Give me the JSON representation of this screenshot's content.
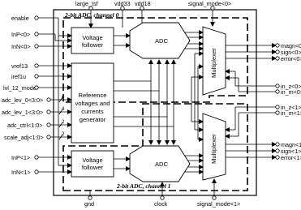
{
  "top_signals": {
    "large_isf": "large_Isf",
    "vdd33": "vdd33",
    "vdd18": "vdd18",
    "signal_mode0": "signal_mode<0>"
  },
  "bottom_signals": {
    "gnd": "gnd",
    "clock": "clock",
    "signal_mode1": "signal_mode<1>"
  },
  "left_pins": {
    "enable": "enable",
    "inp0": "InP<0>",
    "inn0": "InN<0>",
    "vref13": "vref13",
    "iref1u": "iref1u",
    "lvl12": "lvl_12_mode",
    "adc_lev0": "adc_lev_0<3:0>",
    "adc_lev1": "adc_lev_1<3:0>",
    "adc_ctrl": "adc_ctrl<1:0>",
    "scale_adj": "scale_adj<1:0>",
    "inp1": "InP<1>",
    "inn1": "InN<1>"
  },
  "bus_widths": {
    "w4a": "4",
    "w4b": "4",
    "w2a": "2",
    "w2b": "2"
  },
  "right_pins": {
    "magn0": "magn<0>",
    "sign0": "sign<0>",
    "error0": "error<0>",
    "in_z0": "in_z<0>",
    "in_m0": "in_m<0>",
    "in_z1": "in_z<1>",
    "in_m1": "in_m<1>",
    "magn1": "magn<1>",
    "sign1": "sign<1>",
    "error1": "error<1>"
  },
  "blocks": {
    "vf0_line1": "Voltage",
    "vf0_line2": "follower",
    "vf1_line1": "Voltage",
    "vf1_line2": "follower",
    "adc0": "ADC",
    "adc1": "ADC",
    "mux0": "Multiplexer",
    "mux1": "Multiplexer",
    "ref_line1": "Reference",
    "ref_line2": "voltages and",
    "ref_line3": "currents",
    "ref_line4": "generator"
  },
  "channel_labels": {
    "ch0": "2-bit ADC, channel 0",
    "ch1": "2-bit ADC, channel 1"
  }
}
